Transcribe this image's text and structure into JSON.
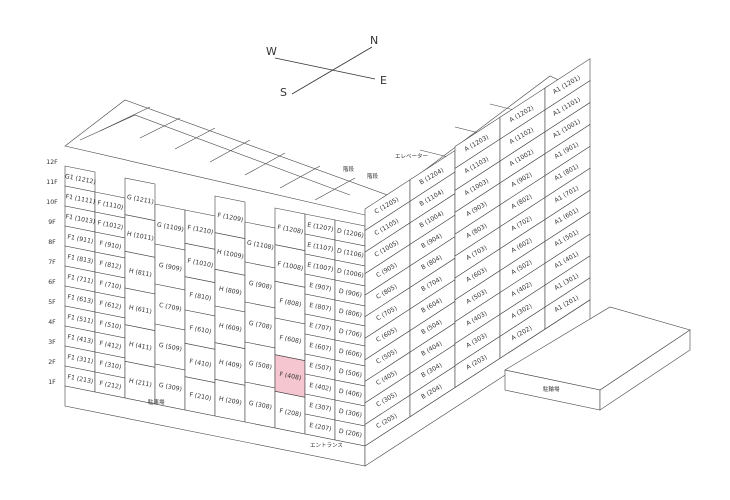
{
  "compass": {
    "N": "N",
    "E": "E",
    "S": "S",
    "W": "W"
  },
  "floors": [
    "12F",
    "11F",
    "10F",
    "9F",
    "8F",
    "7F",
    "6F",
    "5F",
    "4F",
    "3F",
    "2F",
    "1F"
  ],
  "roof": {
    "stairs": "階段",
    "elevator": "エレベーター"
  },
  "ground": {
    "front": "駐車場",
    "entrance": "エントランス",
    "side": "駐輪場"
  },
  "front_cols": [
    {
      "span": [
        1,
        12
      ],
      "cells": [
        "G1 (1212)",
        "F1 (1111)",
        "F1 (1013)",
        "F1 (911)",
        "F1 (813)",
        "F1 (711)",
        "F1 (613)",
        "F1 (511)",
        "F1 (413)",
        "F1 (311)",
        "F1 (213)"
      ]
    },
    {
      "span": [
        2,
        12
      ],
      "cells": [
        "F (1110)",
        "F (1012)",
        "F (910)",
        "F (812)",
        "F (710)",
        "F (612)",
        "F (510)",
        "F (412)",
        "F (310)",
        "F (212)"
      ]
    },
    {
      "span": [
        1,
        12
      ],
      "cells": [
        "G (1211)",
        "H (1011)",
        "H (811)",
        "H (611)",
        "H (411)",
        "H (211)"
      ]
    },
    {
      "span": [
        2,
        12
      ],
      "cells": [
        "G (1109)",
        "G (909)",
        "C (709)",
        "G (509)",
        "G (309)"
      ]
    },
    {
      "span": [
        2,
        12
      ],
      "cells": [
        "F (1210)",
        "F (1010)",
        "F (810)",
        "F (610)",
        "F (410)",
        "F (210)"
      ]
    },
    {
      "span": [
        1,
        12
      ],
      "cells": [
        "F (1209)",
        "H (1009)",
        "H (809)",
        "H (609)",
        "H (409)",
        "H (209)"
      ]
    },
    {
      "span": [
        2,
        12
      ],
      "cells": [
        "G (1108)",
        "G (908)",
        "G (708)",
        "G (508)",
        "G (308)"
      ]
    },
    {
      "span": [
        1,
        12
      ],
      "cells": [
        "F (1208)",
        "F (1008)",
        "F (808)",
        "F (608)",
        "F (408)",
        "F (208)"
      ]
    },
    {
      "span": [
        1,
        12
      ],
      "cells": [
        "E (1207)",
        "E (1107)",
        "E (1007)",
        "E (907)",
        "E (807)",
        "E (707)",
        "E (607)",
        "E (507)",
        "E (402)",
        "E (307)",
        "E (207)"
      ]
    },
    {
      "span": [
        1,
        12
      ],
      "cells": [
        "D (1206)",
        "D (1106)",
        "D (1006)",
        "D (906)",
        "D (806)",
        "D (706)",
        "D (606)",
        "D (506)",
        "D (406)",
        "D (306)",
        "D (206)"
      ]
    }
  ],
  "side_cols": [
    {
      "span": [
        1,
        12
      ],
      "cells": [
        "C (1205)",
        "C (1105)",
        "C (1005)",
        "C (905)",
        "C (805)",
        "C (705)",
        "C (605)",
        "C (505)",
        "C (405)",
        "C (305)",
        "C (205)"
      ]
    },
    {
      "span": [
        1,
        12
      ],
      "cells": [
        "B (1204)",
        "B (1104)",
        "B (1004)",
        "B (904)",
        "B (804)",
        "B (704)",
        "B (604)",
        "B (504)",
        "B (404)",
        "B (304)",
        "B (204)"
      ]
    },
    {
      "span": [
        0,
        12
      ],
      "cells": [
        "A (1203)",
        "A (1103)",
        "A (1003)",
        "A (903)",
        "A (803)",
        "A (703)",
        "A (603)",
        "A (503)",
        "A (403)",
        "A (303)",
        "A (203)"
      ]
    },
    {
      "span": [
        0,
        12
      ],
      "cells": [
        "A (1202)",
        "A (1102)",
        "A (1002)",
        "A (902)",
        "A (802)",
        "A (702)",
        "A (602)",
        "A (502)",
        "A (402)",
        "A (302)",
        "A (202)"
      ]
    },
    {
      "span": [
        0,
        12
      ],
      "cells": [
        "A1 (1201)",
        "A1 (1101)",
        "A1 (1001)",
        "A1 (901)",
        "A1 (801)",
        "A1 (701)",
        "A1 (601)",
        "A1 (501)",
        "A1 (401)",
        "A1 (301)",
        "A1 (201)"
      ]
    }
  ],
  "highlight": {
    "unit": "F (408)",
    "color": "#f5c6cf"
  }
}
